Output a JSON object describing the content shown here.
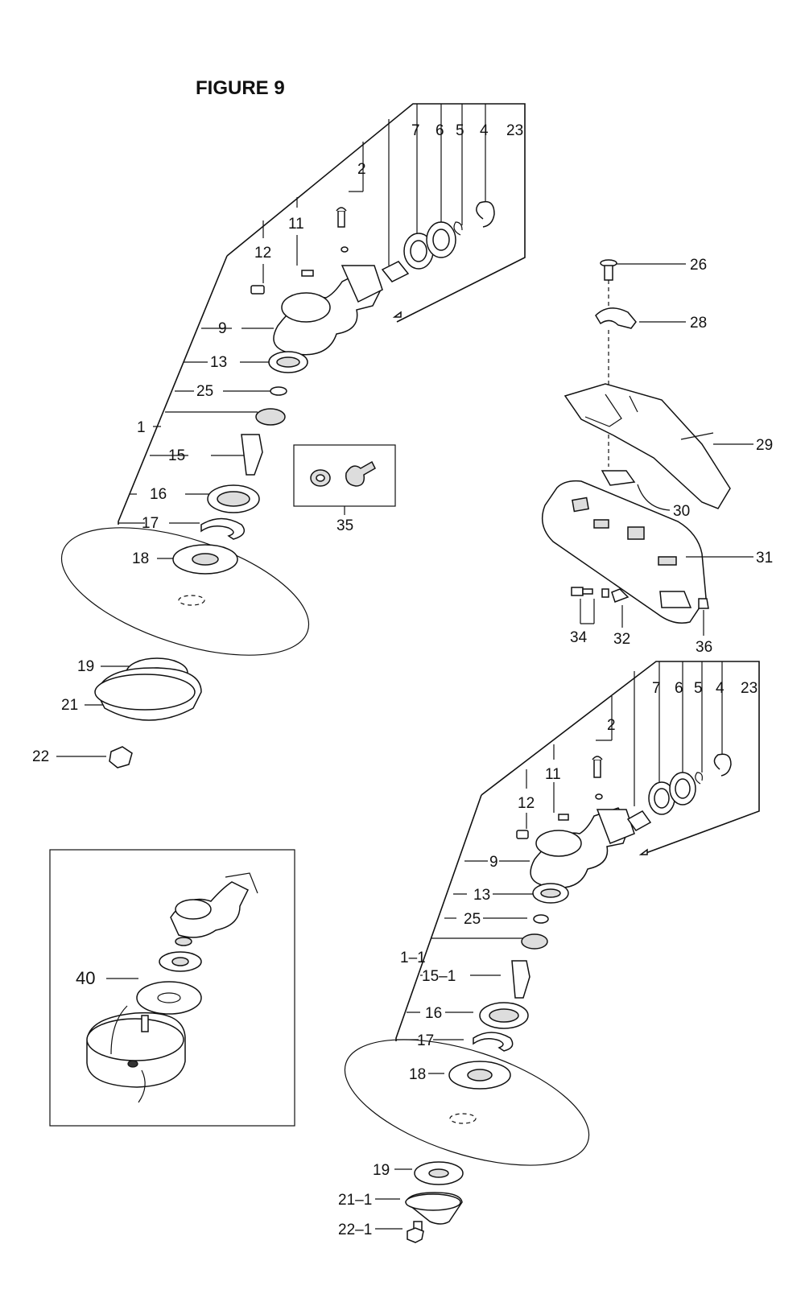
{
  "figure_title": "FIGURE 9",
  "assembly_a": {
    "callouts": {
      "c23": "23",
      "c4": "4",
      "c5": "5",
      "c6": "6",
      "c7": "7",
      "c2": "2",
      "c11": "11",
      "c12": "12",
      "c9": "9",
      "c13": "13",
      "c25": "25",
      "c1": "1",
      "c15": "15",
      "c16": "16",
      "c17": "17",
      "c18": "18",
      "c19": "19",
      "c21": "21",
      "c22": "22"
    }
  },
  "assembly_b": {
    "callouts": {
      "c23": "23",
      "c4": "4",
      "c5": "5",
      "c6": "6",
      "c7": "7",
      "c2": "2",
      "c11": "11",
      "c12": "12",
      "c9": "9",
      "c13": "13",
      "c25": "25",
      "c1": "1–1",
      "c15": "15–1",
      "c16": "16",
      "c17": "17",
      "c18": "18",
      "c19": "19",
      "c21": "21–1",
      "c22": "22–1"
    }
  },
  "guard_assembly": {
    "callouts": {
      "c26": "26",
      "c28": "28",
      "c29": "29",
      "c30": "30",
      "c31": "31",
      "c34": "34",
      "c32": "32",
      "c36": "36"
    }
  },
  "gear_set_box": {
    "label": "35"
  },
  "trimmer_head_box": {
    "label": "40"
  }
}
